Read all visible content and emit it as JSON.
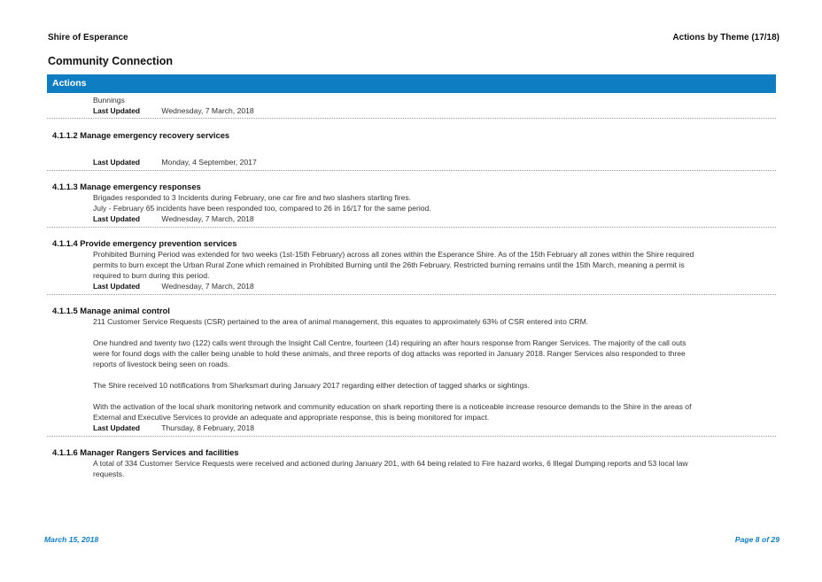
{
  "header": {
    "organisation": "Shire of Esperance",
    "report_title": "Actions by Theme  (17/18)"
  },
  "section_title": "Community Connection",
  "actions_header": "Actions",
  "last_updated_label": "Last Updated",
  "intro": {
    "text": "Bunnings",
    "last_updated": "Wednesday, 7 March, 2018"
  },
  "items": [
    {
      "code_title": "4.1.1.2  Manage emergency recovery services",
      "paragraphs": [],
      "last_updated": "Monday, 4 September, 2017"
    },
    {
      "code_title": "4.1.1.3  Manage emergency responses",
      "paragraphs": [
        "Brigades responded to 3 Incidents during February, one car fire and two slashers starting fires.",
        "July - February 65 incidents have been responded too, compared to 26 in 16/17 for the same period."
      ],
      "last_updated": "Wednesday, 7 March, 2018"
    },
    {
      "code_title": "4.1.1.4  Provide emergency prevention services",
      "paragraphs": [
        "Prohibited Burning Period was extended for two weeks (1st-15th February) across all zones within the Esperance Shire. As of the 15th February all zones within the Shire required permits to burn except the Urban Rural Zone which remained in Prohibited Burning until the 26th February. Restricted burning remains until the 15th March, meaning a permit is required to burn during this period."
      ],
      "last_updated": "Wednesday, 7 March, 2018"
    },
    {
      "code_title": "4.1.1.5  Manage animal control",
      "paragraphs": [
        "211 Customer Service Requests (CSR) pertained to the area of animal management, this equates to approximately 63% of CSR entered into CRM.",
        "One hundred and twenty two (122) calls went through the Insight Call Centre, fourteen (14) requiring an after hours response from Ranger Services. The majority of the call outs were for found dogs with the caller being unable to hold these animals, and three reports of dog attacks  was reported in January 2018. Ranger Services also responded to three reports of livestock being seen on roads.",
        "The Shire received 10 notifications from Sharksmart during January 2017 regarding either detection of tagged sharks or sightings.",
        "With the activation of the local shark monitoring network and community education on shark reporting there is a noticeable increase resource demands to the Shire in the areas of External and Executive Services to provide an adequate and appropriate response, this is being monitored for impact."
      ],
      "last_updated": "Thursday, 8 February, 2018"
    },
    {
      "code_title": "4.1.1.6  Manager Rangers Services and facilities",
      "paragraphs": [
        "A total of 334 Customer Service Requests were received and actioned during January 201,  with 64 being related to Fire hazard works, 6 Illegal Dumping reports and 53 local law requests."
      ],
      "last_updated": null
    }
  ],
  "footer": {
    "date": "March 15, 2018",
    "page": "Page 8 of 29"
  }
}
